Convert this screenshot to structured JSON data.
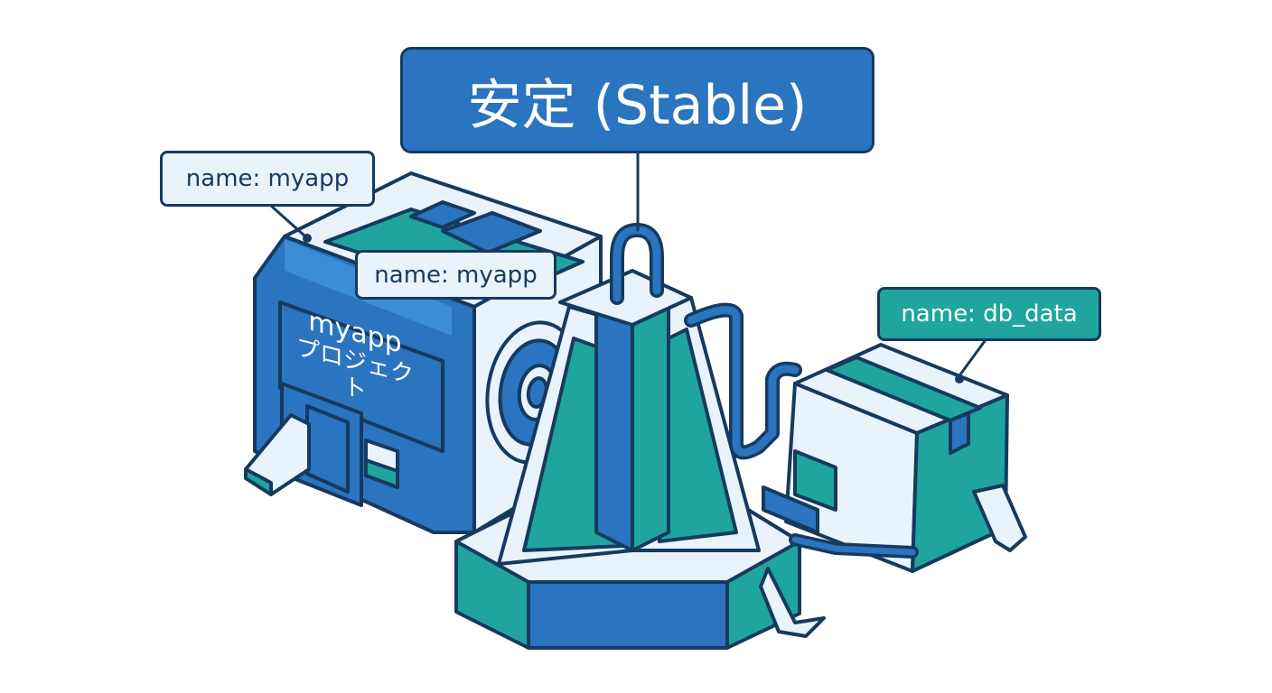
{
  "title_badge": {
    "text": "安定 (Stable)"
  },
  "labels": {
    "app_tag_1": "name: myapp",
    "app_tag_2": "name: myapp",
    "db_tag": "name: db_data"
  },
  "app_box_side": {
    "line1": "myapp",
    "line2": "プロジェクト"
  },
  "colors": {
    "outline": "#163a5f",
    "blue": "#2a74c0",
    "light": "#e8f3fb",
    "teal": "#1fa59d"
  }
}
